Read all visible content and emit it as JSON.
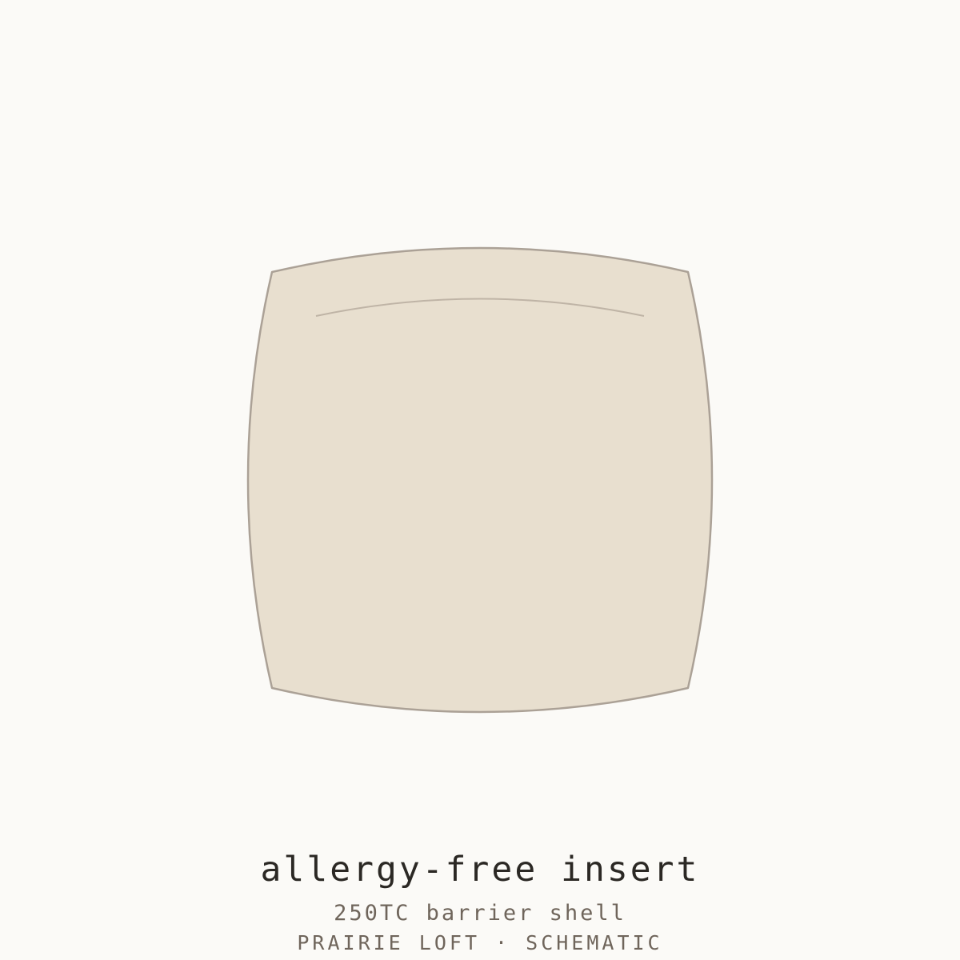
{
  "product": {
    "title": "allergy-free insert",
    "subtitle": "250TC barrier shell",
    "brand_line": "PRAIRIE LOFT · SCHEMATIC"
  },
  "colors": {
    "background": "#fbfaf7",
    "pillow_fill": "#e8dfcf",
    "pillow_outline": "#aba196",
    "seam_line": "#bfb4a6",
    "title_text": "#2b2824",
    "secondary_text": "#6f655b"
  },
  "icons": {
    "pillow": "pillow-insert-icon"
  }
}
